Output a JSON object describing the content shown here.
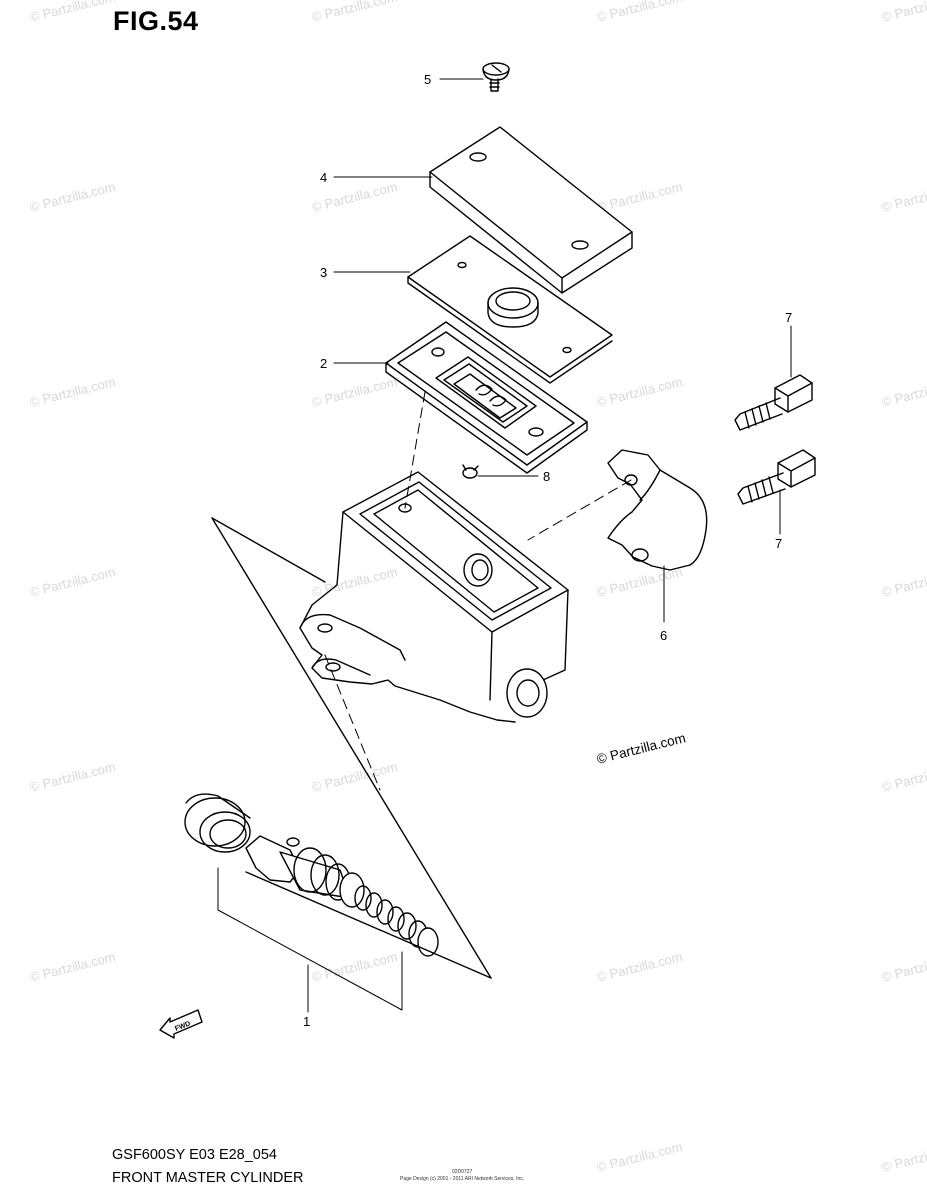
{
  "figure": {
    "title": "FIG.54"
  },
  "footer": {
    "code": "GSF600SY E03 E28_054",
    "title": "FRONT MASTER CYLINDER",
    "fine_code": "02D0727",
    "fine_print": "Page Design (c) 2001 - 2011 ARI Network Services, Inc."
  },
  "copyright": "© Partzilla.com",
  "watermark": {
    "text": "© Partzilla.com",
    "color": "#d8d8d8"
  },
  "callouts": {
    "c1": "1",
    "c2": "2",
    "c3": "3",
    "c4": "4",
    "c5": "5",
    "c6": "6",
    "c7a": "7",
    "c7b": "7",
    "c8": "8"
  },
  "fwd_label": "FWD",
  "icons": {
    "fwd_arrow": "fwd-arrow-icon"
  }
}
